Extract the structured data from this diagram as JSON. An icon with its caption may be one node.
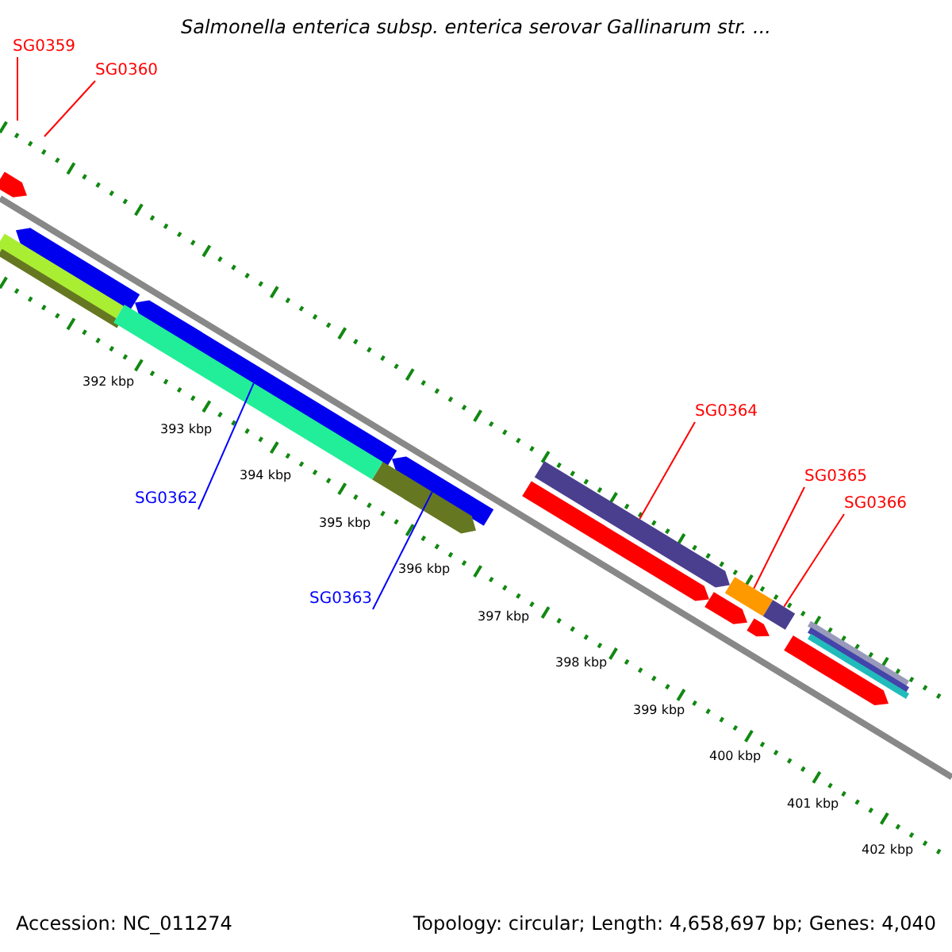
{
  "diagram": {
    "title": "Salmonella enterica subsp. enterica serovar Gallinarum str. ...",
    "nodes": [
      {
        "text": [
          "SG0359"
        ]
      },
      {
        "text": [
          "SG0360"
        ]
      },
      {
        "text": [
          "SG0362"
        ]
      },
      {
        "text": [
          "SG0363"
        ]
      },
      {
        "text": [
          "SG0364"
        ]
      },
      {
        "text": [
          "SG0365"
        ]
      },
      {
        "text": [
          "SG0366"
        ]
      },
      {
        "text": [],
        "shape": "bar"
      },
      {
        "text": [],
        "shape": "bar"
      },
      {
        "text": [],
        "shape": "bar"
      },
      {
        "text": [],
        "shape": "bar"
      },
      {
        "text": [],
        "shape": "bar"
      }
    ],
    "edges": [
      {
        "from": 0,
        "to": null,
        "arrow": "none"
      },
      {
        "from": 1,
        "to": null,
        "arrow": "none"
      },
      {
        "from": 2,
        "to": 7,
        "arrow": "none",
        "color": "#0000ff"
      },
      {
        "from": 3,
        "to": 8,
        "arrow": "none",
        "color": "#0000ff"
      },
      {
        "from": 4,
        "to": 9,
        "arrow": "none"
      },
      {
        "from": 5,
        "to": 10,
        "arrow": "none"
      },
      {
        "from": 6,
        "to": 11,
        "arrow": "none"
      }
    ],
    "labels": [
      "392 kbp",
      "393 kbp",
      "394 kbp",
      "395 kbp",
      "396 kbp",
      "397 kbp",
      "398 kbp",
      "399 kbp",
      "400 kbp",
      "401 kbp",
      "402 kbp",
      "Accession: NC_011274",
      "Topology: circular; Length: 4,658,697 bp; Genes: 4,040"
    ]
  }
}
